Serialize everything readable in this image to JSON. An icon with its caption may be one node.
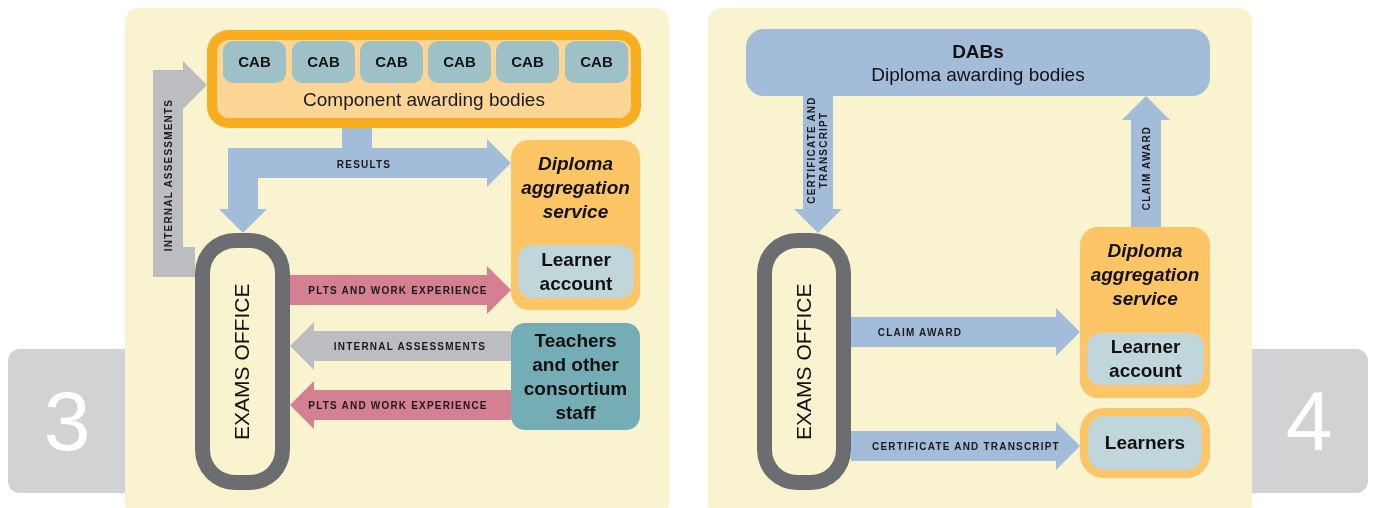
{
  "diagram": {
    "nodes": [
      {
        "text": [
          "Component awarding bodies"
        ]
      },
      {
        "text": [
          "CAB"
        ],
        "in": 0
      },
      {
        "text": [
          "CAB"
        ],
        "in": 0
      },
      {
        "text": [
          "CAB"
        ],
        "in": 0
      },
      {
        "text": [
          "CAB"
        ],
        "in": 0
      },
      {
        "text": [
          "CAB"
        ],
        "in": 0
      },
      {
        "text": [
          "CAB"
        ],
        "in": 0
      },
      {
        "text": [
          "EXAMS OFFICE"
        ]
      },
      {
        "text": [
          "Diploma aggregation service"
        ]
      },
      {
        "text": [
          "Learner account"
        ],
        "in": 8
      },
      {
        "text": [
          "Teachers and other consortium staff"
        ]
      },
      {
        "text": [
          "DABs",
          "Diploma awarding bodies"
        ]
      },
      {
        "text": [
          "EXAMS OFFICE"
        ]
      },
      {
        "text": [
          "Diploma aggregation service"
        ]
      },
      {
        "text": [
          "Learner account"
        ],
        "in": 13
      },
      {
        "text": [
          "Learners"
        ]
      }
    ],
    "edges": [
      {
        "from": 7,
        "to": 0,
        "arrow": "to",
        "label": "INTERNAL ASSESSMENTS",
        "color": "#bcbdc0"
      },
      {
        "from": 0,
        "to": 8,
        "arrow": "to",
        "label": "RESULTS"
      },
      {
        "from": 0,
        "to": 7,
        "arrow": "to"
      },
      {
        "from": 7,
        "to": 8,
        "arrow": "to",
        "label": "PLTS AND WORK EXPERIENCE",
        "color": "#d47f92"
      },
      {
        "from": 10,
        "to": 7,
        "arrow": "to",
        "label": "INTERNAL ASSESSMENTS",
        "color": "#bcbdc0"
      },
      {
        "from": 10,
        "to": 7,
        "arrow": "to",
        "label": "PLTS AND WORK EXPERIENCE",
        "color": "#d47f92"
      },
      {
        "from": 11,
        "to": 12,
        "arrow": "to",
        "label": "CERTIFICATE AND TRANSCRIPT"
      },
      {
        "from": 13,
        "to": 11,
        "arrow": "to",
        "label": "CLAIM AWARD"
      },
      {
        "from": 12,
        "to": 13,
        "arrow": "to",
        "label": "CLAIM AWARD"
      },
      {
        "from": 12,
        "to": 15,
        "arrow": "to",
        "label": "CERTIFICATE AND TRANSCRIPT"
      }
    ],
    "labels": [
      "3",
      "4"
    ]
  }
}
